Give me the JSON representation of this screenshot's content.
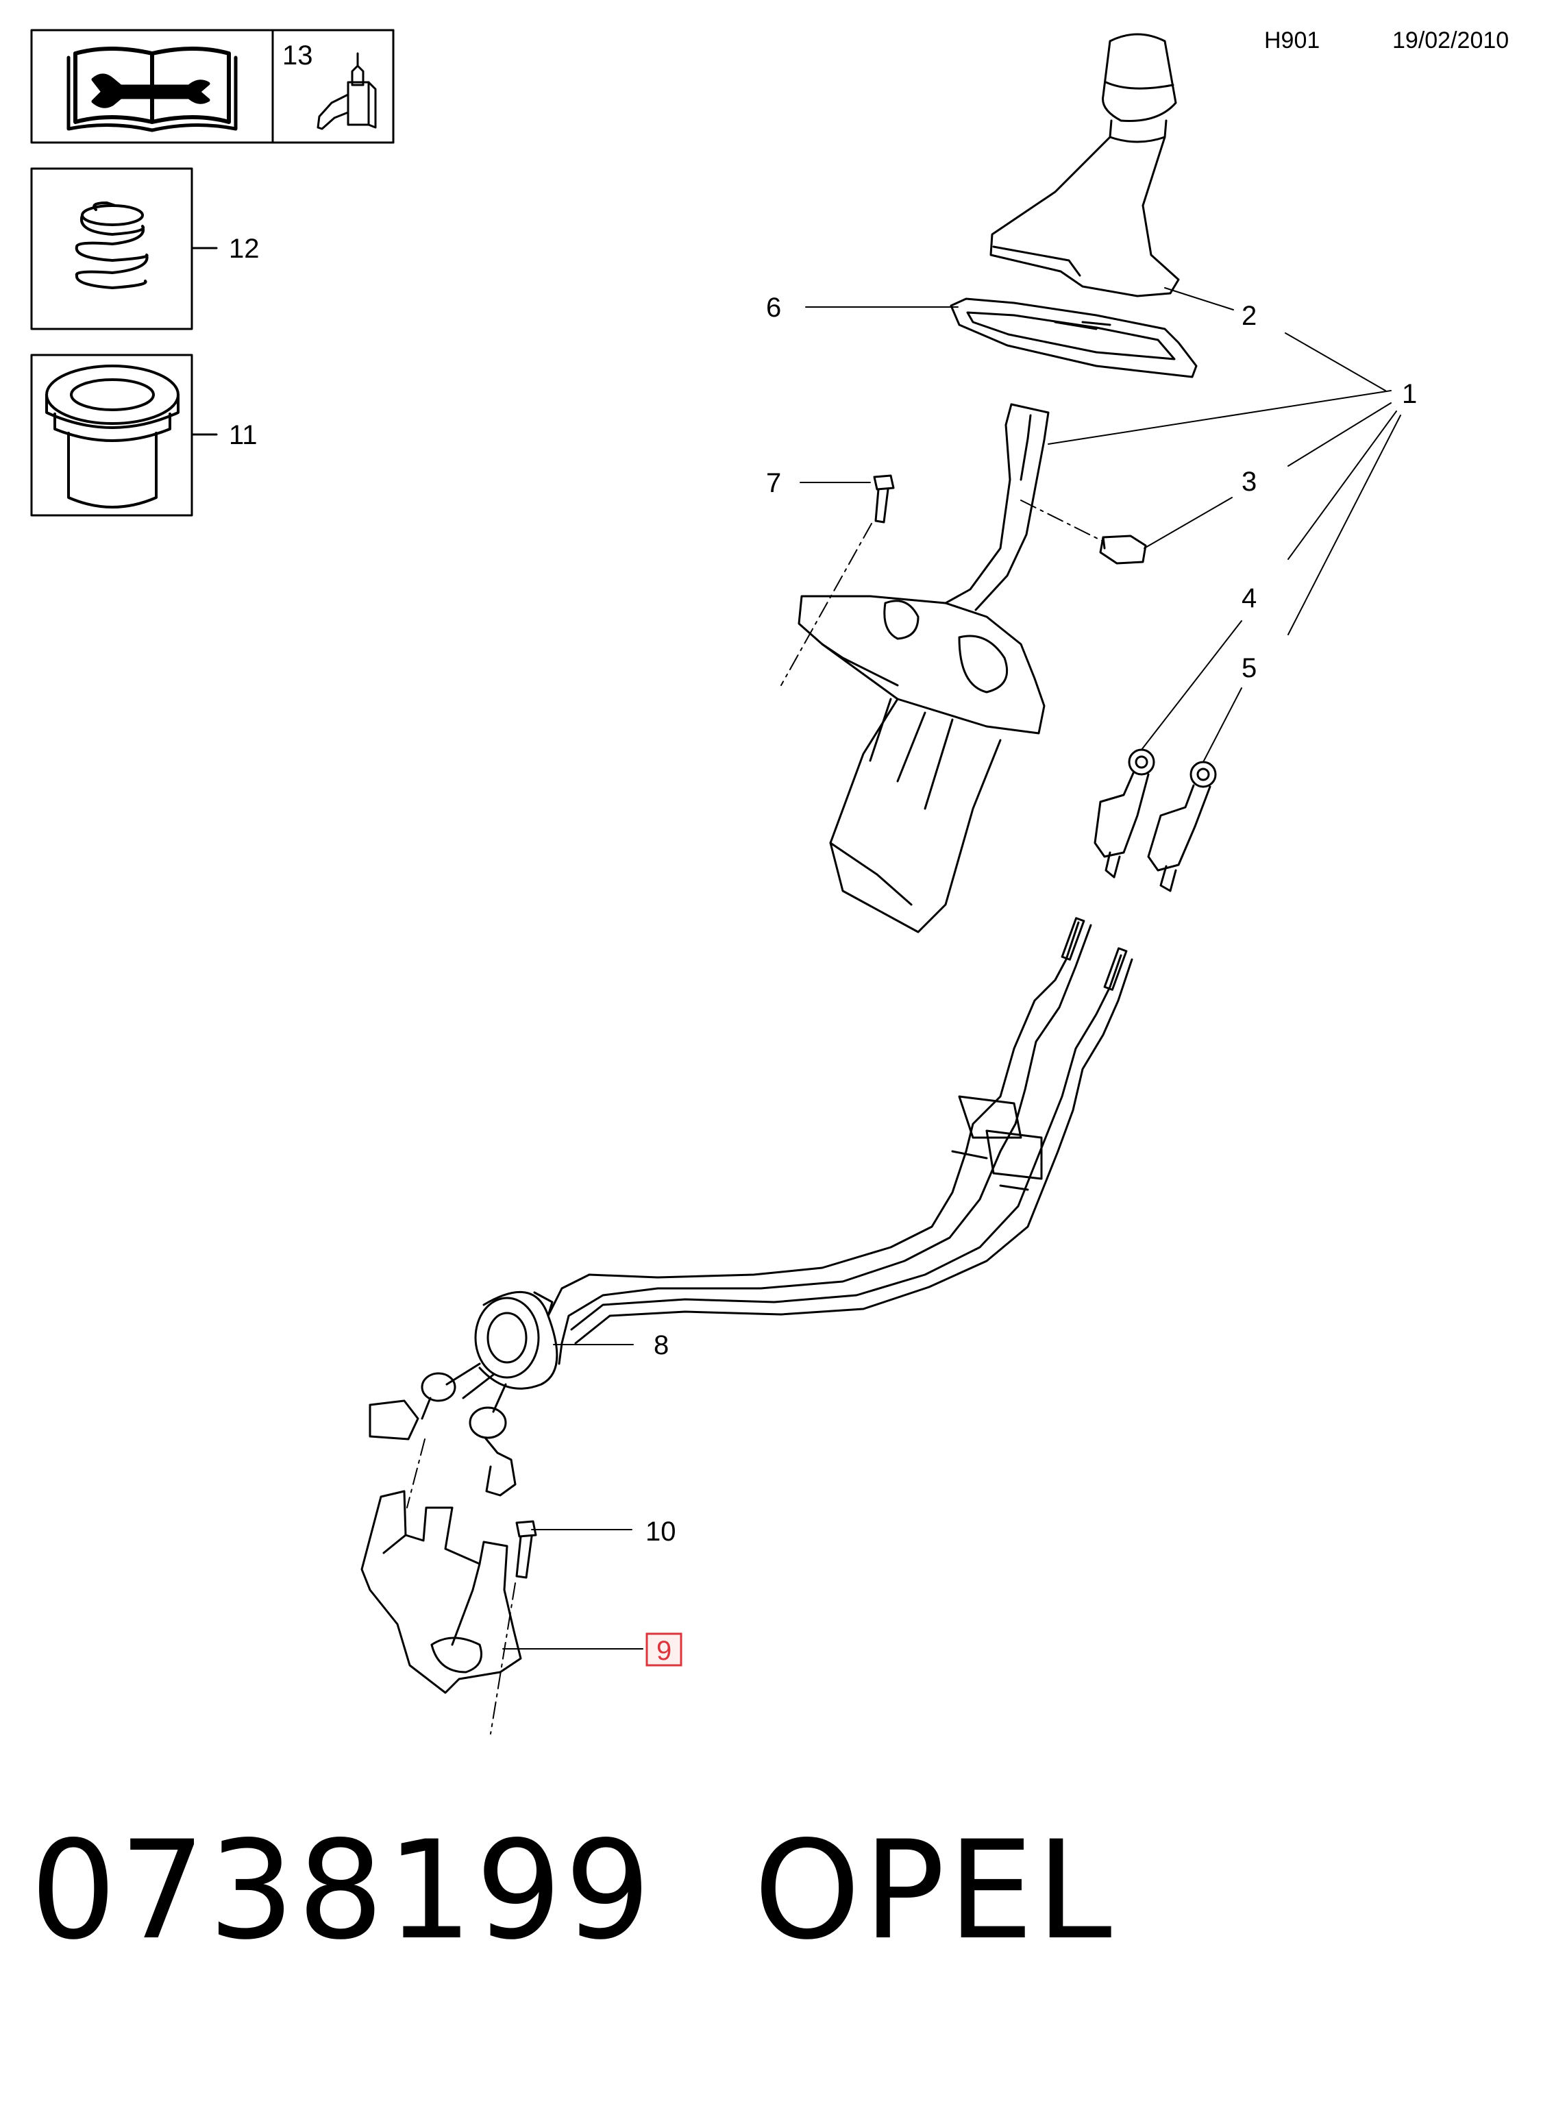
{
  "header": {
    "code": "H901",
    "date": "19/02/2010"
  },
  "legend": {
    "manual_icon": "manual-wrench-book-icon",
    "items": [
      {
        "number": "13",
        "icon": "adhesive-bottle-icon"
      },
      {
        "number": "12",
        "icon": "coil-spring-icon"
      },
      {
        "number": "11",
        "icon": "bushing-grommet-icon"
      }
    ]
  },
  "callouts": {
    "c1": "1",
    "c2": "2",
    "c3": "3",
    "c4": "4",
    "c5": "5",
    "c6": "6",
    "c7": "7",
    "c8": "8",
    "c9": "9",
    "c10": "10"
  },
  "highlight_color": "#d9363e",
  "footer": {
    "part_number": "0738199",
    "brand": "OPEL"
  }
}
